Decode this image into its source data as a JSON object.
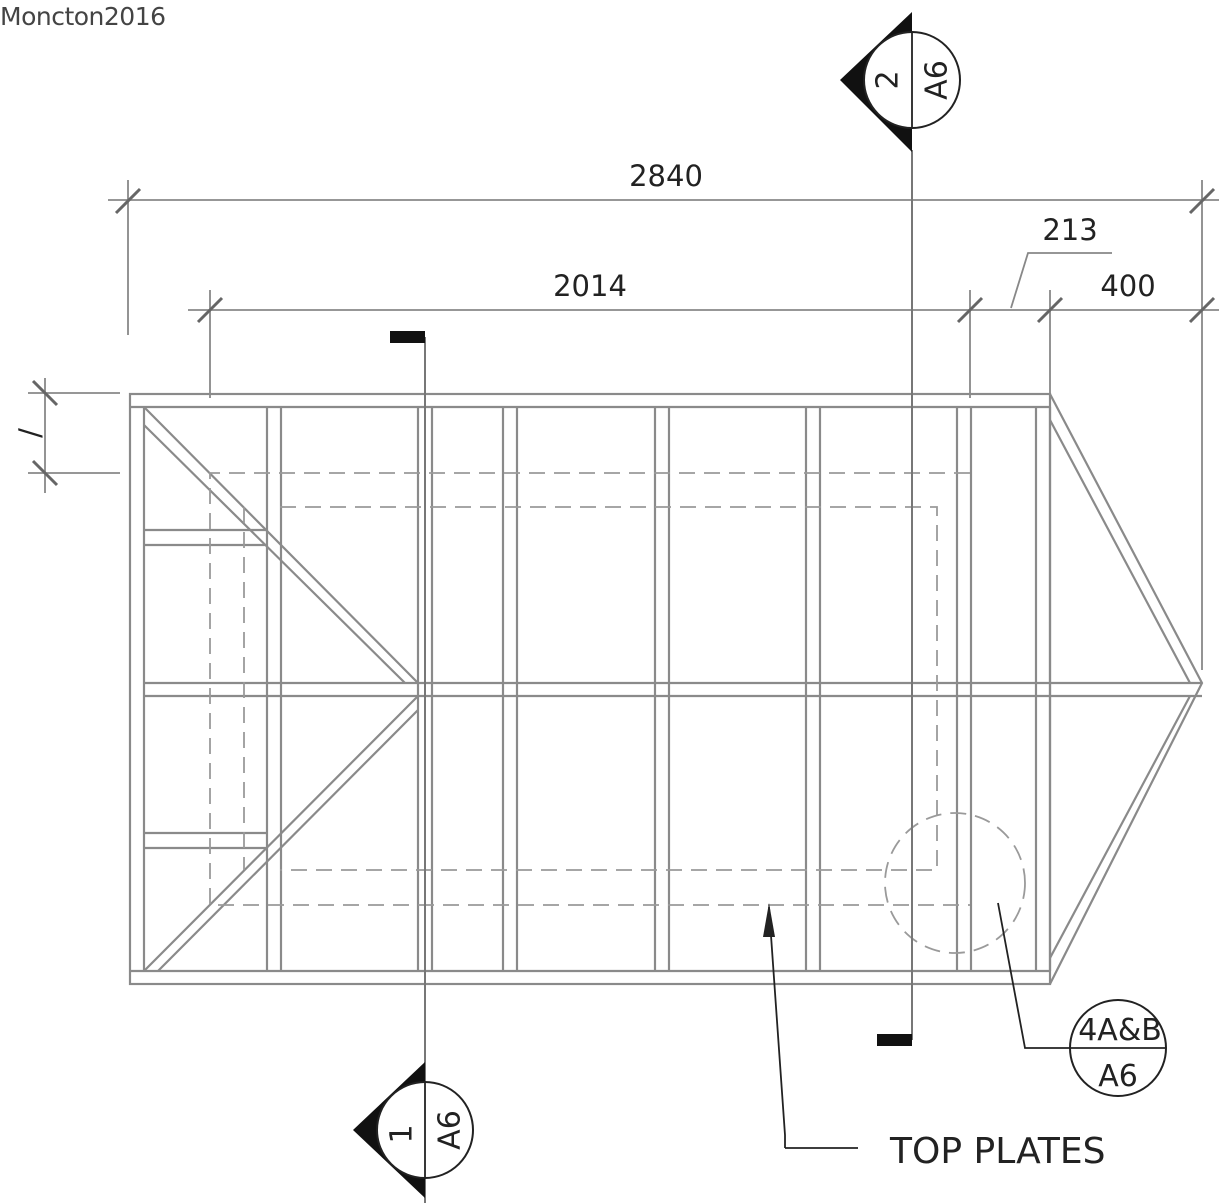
{
  "watermark": "Moncton2016",
  "dimensions": {
    "overall": "2840",
    "main": "2014",
    "offset": "213",
    "end": "400",
    "side": "/"
  },
  "labels": {
    "top_plates": "TOP PLATES"
  },
  "section_markers": [
    {
      "number": "2",
      "sheet": "A6"
    },
    {
      "number": "1",
      "sheet": "A6"
    }
  ],
  "detail_callout": {
    "number": "4A&B",
    "sheet": "A6"
  },
  "colors": {
    "ink": "#222222",
    "framing": "#8a8a8a",
    "fill": "#111111"
  }
}
